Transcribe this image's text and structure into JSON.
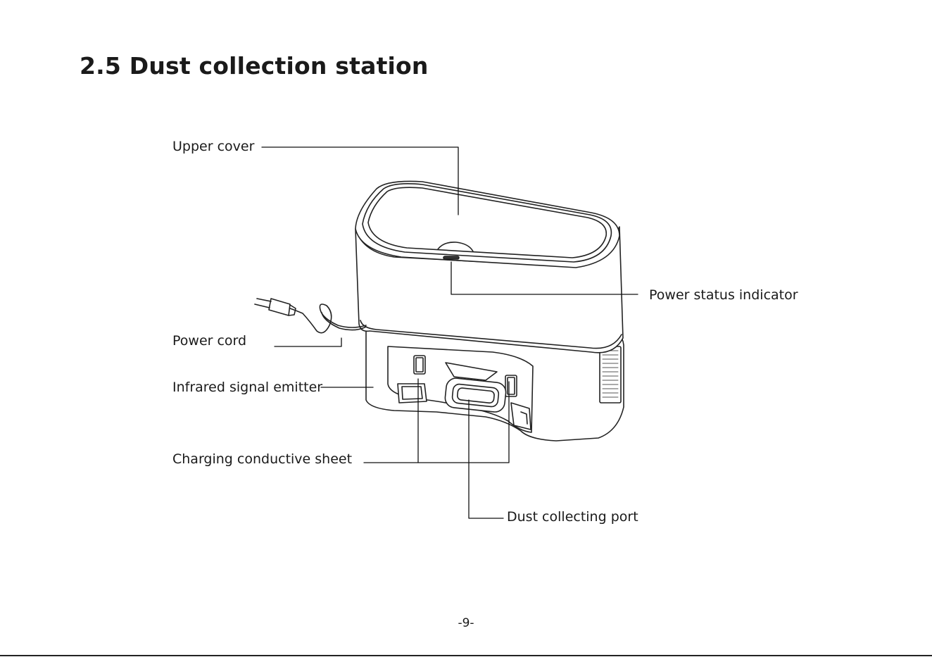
{
  "page": {
    "title": "2.5 Dust collection station",
    "page_number": "-9-"
  },
  "figure": {
    "labels": {
      "upper_cover": "Upper cover",
      "power_status_indicator": "Power status indicator",
      "power_cord": "Power cord",
      "infrared_signal_emitter": "Infrared signal emitter",
      "charging_conductive_sheet": "Charging conductive sheet",
      "dust_collecting_port": "Dust collecting port"
    }
  }
}
